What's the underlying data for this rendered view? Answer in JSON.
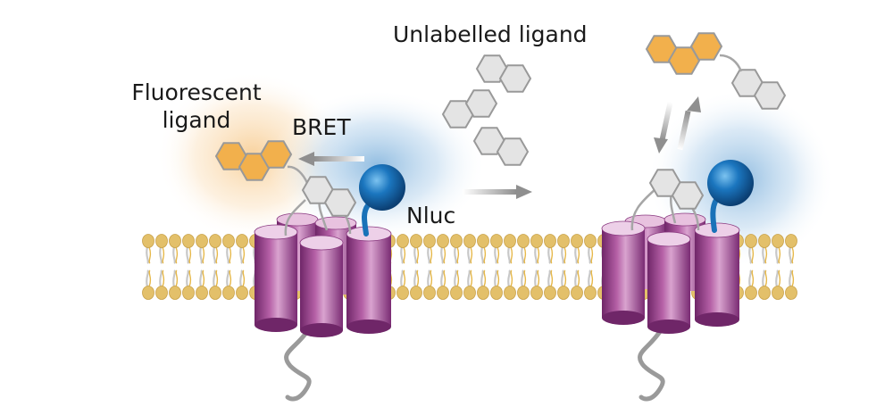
{
  "labels": {
    "fluorescent_ligand_line1": "Fluorescent",
    "fluorescent_ligand_line2": "ligand",
    "bret": "BRET",
    "nluc": "Nluc",
    "unlabelled_ligand": "Unlabelled ligand"
  },
  "colors": {
    "membrane_head": "#e3c06a",
    "membrane_tail": "#c8c8c8",
    "receptor": "#9b3f8c",
    "nluc": "#1a72b8",
    "fluorophore": "#f2b04c",
    "ligand_ring": "#e4e4e4",
    "arrow": "#a8a8a8"
  }
}
